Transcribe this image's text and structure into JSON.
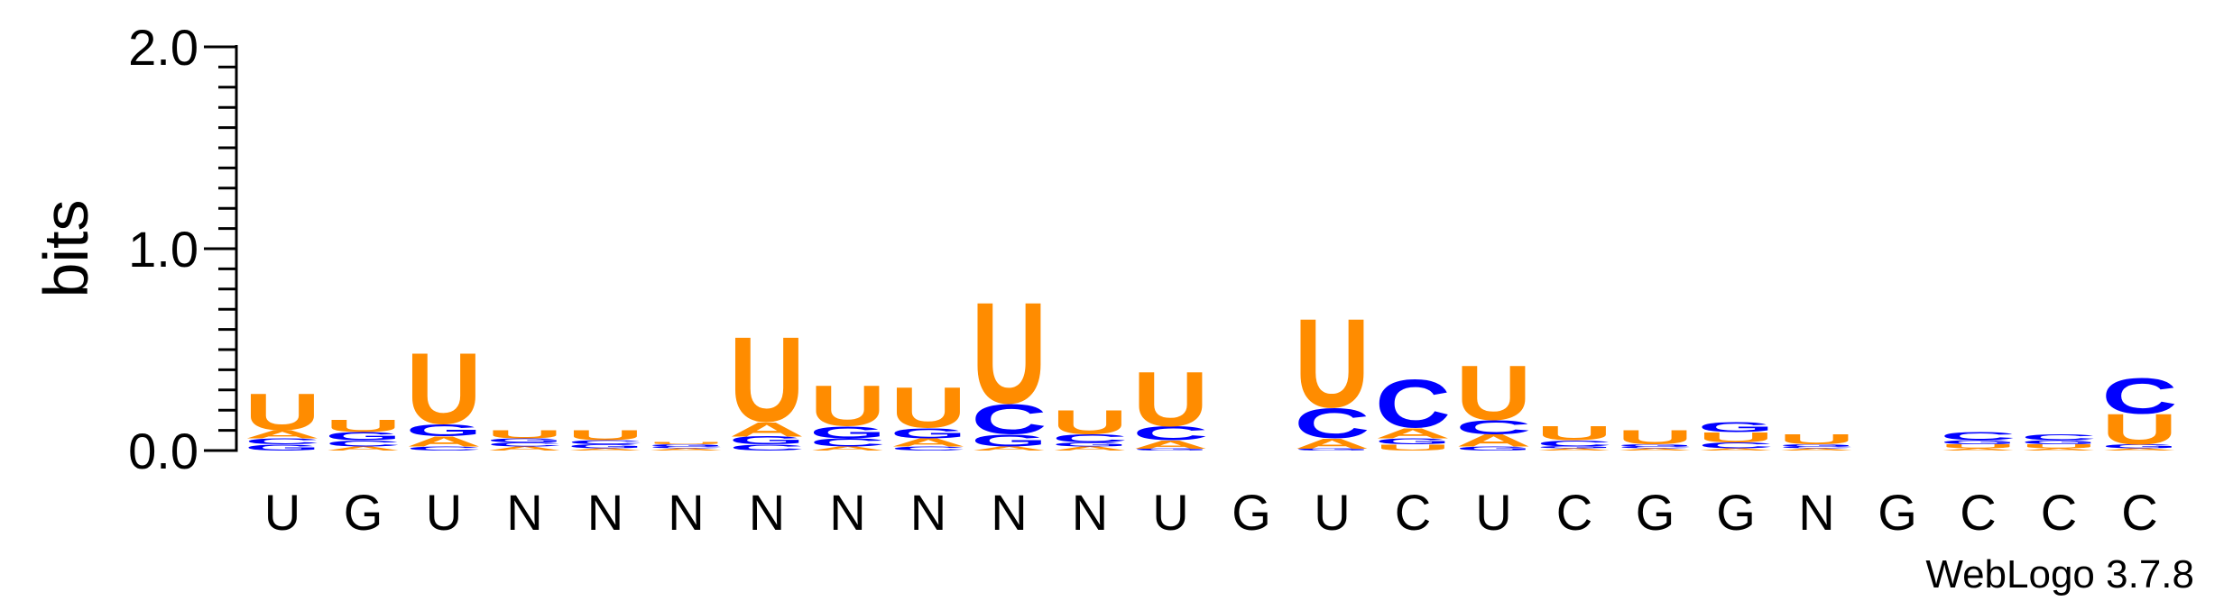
{
  "chart_data": {
    "type": "sequence-logo",
    "ylabel": "bits",
    "ylim": [
      0,
      2.0
    ],
    "yticks": [
      "0.0",
      "1.0",
      "2.0"
    ],
    "credit": "WebLogo 3.7.8",
    "colors": {
      "U": "#FF8C00",
      "A": "#FF8C00",
      "C": "#0000FF",
      "G": "#0000FF"
    },
    "positions": [
      {
        "label": "U",
        "stack": [
          {
            "letter": "G",
            "bits": 0.03
          },
          {
            "letter": "C",
            "bits": 0.03
          },
          {
            "letter": "A",
            "bits": 0.04
          },
          {
            "letter": "U",
            "bits": 0.18
          }
        ]
      },
      {
        "label": "G",
        "stack": [
          {
            "letter": "A",
            "bits": 0.02
          },
          {
            "letter": "C",
            "bits": 0.03
          },
          {
            "letter": "G",
            "bits": 0.04
          },
          {
            "letter": "U",
            "bits": 0.06
          }
        ]
      },
      {
        "label": "U",
        "stack": [
          {
            "letter": "C",
            "bits": 0.02
          },
          {
            "letter": "A",
            "bits": 0.05
          },
          {
            "letter": "G",
            "bits": 0.06
          },
          {
            "letter": "U",
            "bits": 0.35
          }
        ]
      },
      {
        "label": "N",
        "stack": [
          {
            "letter": "A",
            "bits": 0.02
          },
          {
            "letter": "C",
            "bits": 0.02
          },
          {
            "letter": "G",
            "bits": 0.02
          },
          {
            "letter": "U",
            "bits": 0.04
          }
        ]
      },
      {
        "label": "N",
        "stack": [
          {
            "letter": "A",
            "bits": 0.01
          },
          {
            "letter": "G",
            "bits": 0.02
          },
          {
            "letter": "C",
            "bits": 0.02
          },
          {
            "letter": "U",
            "bits": 0.05
          }
        ]
      },
      {
        "label": "N",
        "stack": [
          {
            "letter": "A",
            "bits": 0.01
          },
          {
            "letter": "C",
            "bits": 0.01
          },
          {
            "letter": "G",
            "bits": 0.01
          },
          {
            "letter": "U",
            "bits": 0.01
          }
        ]
      },
      {
        "label": "N",
        "stack": [
          {
            "letter": "C",
            "bits": 0.03
          },
          {
            "letter": "G",
            "bits": 0.04
          },
          {
            "letter": "A",
            "bits": 0.07
          },
          {
            "letter": "U",
            "bits": 0.42
          }
        ]
      },
      {
        "label": "N",
        "stack": [
          {
            "letter": "A",
            "bits": 0.02
          },
          {
            "letter": "C",
            "bits": 0.04
          },
          {
            "letter": "G",
            "bits": 0.06
          },
          {
            "letter": "U",
            "bits": 0.2
          }
        ]
      },
      {
        "label": "N",
        "stack": [
          {
            "letter": "C",
            "bits": 0.02
          },
          {
            "letter": "A",
            "bits": 0.04
          },
          {
            "letter": "G",
            "bits": 0.05
          },
          {
            "letter": "U",
            "bits": 0.2
          }
        ]
      },
      {
        "label": "N",
        "stack": [
          {
            "letter": "A",
            "bits": 0.02
          },
          {
            "letter": "G",
            "bits": 0.06
          },
          {
            "letter": "C",
            "bits": 0.15
          },
          {
            "letter": "U",
            "bits": 0.5
          }
        ]
      },
      {
        "label": "N",
        "stack": [
          {
            "letter": "A",
            "bits": 0.02
          },
          {
            "letter": "G",
            "bits": 0.02
          },
          {
            "letter": "C",
            "bits": 0.04
          },
          {
            "letter": "U",
            "bits": 0.12
          }
        ]
      },
      {
        "label": "U",
        "stack": [
          {
            "letter": "G",
            "bits": 0.01
          },
          {
            "letter": "A",
            "bits": 0.04
          },
          {
            "letter": "C",
            "bits": 0.07
          },
          {
            "letter": "U",
            "bits": 0.27
          }
        ]
      },
      {
        "label": "G",
        "stack": []
      },
      {
        "label": "U",
        "stack": [
          {
            "letter": "G",
            "bits": 0.01
          },
          {
            "letter": "A",
            "bits": 0.05
          },
          {
            "letter": "C",
            "bits": 0.15
          },
          {
            "letter": "U",
            "bits": 0.44
          }
        ]
      },
      {
        "label": "C",
        "stack": [
          {
            "letter": "U",
            "bits": 0.03
          },
          {
            "letter": "G",
            "bits": 0.03
          },
          {
            "letter": "A",
            "bits": 0.05
          },
          {
            "letter": "C",
            "bits": 0.24
          }
        ]
      },
      {
        "label": "U",
        "stack": [
          {
            "letter": "G",
            "bits": 0.02
          },
          {
            "letter": "A",
            "bits": 0.06
          },
          {
            "letter": "C",
            "bits": 0.07
          },
          {
            "letter": "U",
            "bits": 0.27
          }
        ]
      },
      {
        "label": "C",
        "stack": [
          {
            "letter": "A",
            "bits": 0.01
          },
          {
            "letter": "G",
            "bits": 0.01
          },
          {
            "letter": "C",
            "bits": 0.03
          },
          {
            "letter": "U",
            "bits": 0.07
          }
        ]
      },
      {
        "label": "G",
        "stack": [
          {
            "letter": "A",
            "bits": 0.01
          },
          {
            "letter": "C",
            "bits": 0.01
          },
          {
            "letter": "G",
            "bits": 0.01
          },
          {
            "letter": "U",
            "bits": 0.07
          }
        ]
      },
      {
        "label": "G",
        "stack": [
          {
            "letter": "A",
            "bits": 0.01
          },
          {
            "letter": "C",
            "bits": 0.03
          },
          {
            "letter": "U",
            "bits": 0.05
          },
          {
            "letter": "G",
            "bits": 0.05
          }
        ]
      },
      {
        "label": "N",
        "stack": [
          {
            "letter": "A",
            "bits": 0.01
          },
          {
            "letter": "C",
            "bits": 0.01
          },
          {
            "letter": "G",
            "bits": 0.01
          },
          {
            "letter": "U",
            "bits": 0.05
          }
        ]
      },
      {
        "label": "G",
        "stack": []
      },
      {
        "label": "C",
        "stack": [
          {
            "letter": "A",
            "bits": 0.01
          },
          {
            "letter": "U",
            "bits": 0.02
          },
          {
            "letter": "G",
            "bits": 0.02
          },
          {
            "letter": "C",
            "bits": 0.04
          }
        ]
      },
      {
        "label": "C",
        "stack": [
          {
            "letter": "A",
            "bits": 0.01
          },
          {
            "letter": "U",
            "bits": 0.02
          },
          {
            "letter": "G",
            "bits": 0.02
          },
          {
            "letter": "C",
            "bits": 0.03
          }
        ]
      },
      {
        "label": "C",
        "stack": [
          {
            "letter": "A",
            "bits": 0.01
          },
          {
            "letter": "G",
            "bits": 0.02
          },
          {
            "letter": "U",
            "bits": 0.15
          },
          {
            "letter": "C",
            "bits": 0.18
          }
        ]
      }
    ]
  }
}
